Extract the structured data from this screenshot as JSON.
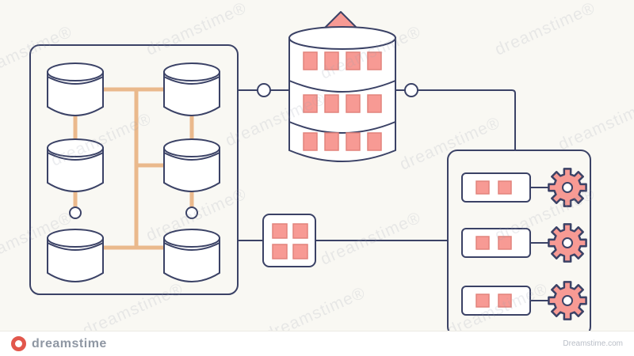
{
  "watermark": {
    "text": "dreamstime®"
  },
  "footer": {
    "brand": "dreamstime",
    "right_text": "Dreamstime.com"
  },
  "palette": {
    "outline": "#3b4266",
    "pink": "#f79a94",
    "pink_stroke": "#e2837c",
    "orange": "#eab98c",
    "background": "#f9f8f3",
    "white": "#ffffff",
    "watermark": "#99a0ae",
    "logo_red": "#e2574c",
    "logo_gray": "#8f97a3"
  },
  "diagram": {
    "left_cluster": {
      "type": "database-group",
      "databases": 6,
      "layout": "2 columns x 3 rows",
      "junction_nodes": 2,
      "connector_style": "orange tree trunk with branches"
    },
    "main_database": {
      "type": "database-stack",
      "segments": 3,
      "modules_per_segment": 4,
      "topper": "diamond"
    },
    "module_box": {
      "squares": 4
    },
    "right_panel": {
      "rows": 3,
      "row_contents": "chip with 2 module squares linked to gear"
    },
    "inline_connector_nodes": 2
  }
}
